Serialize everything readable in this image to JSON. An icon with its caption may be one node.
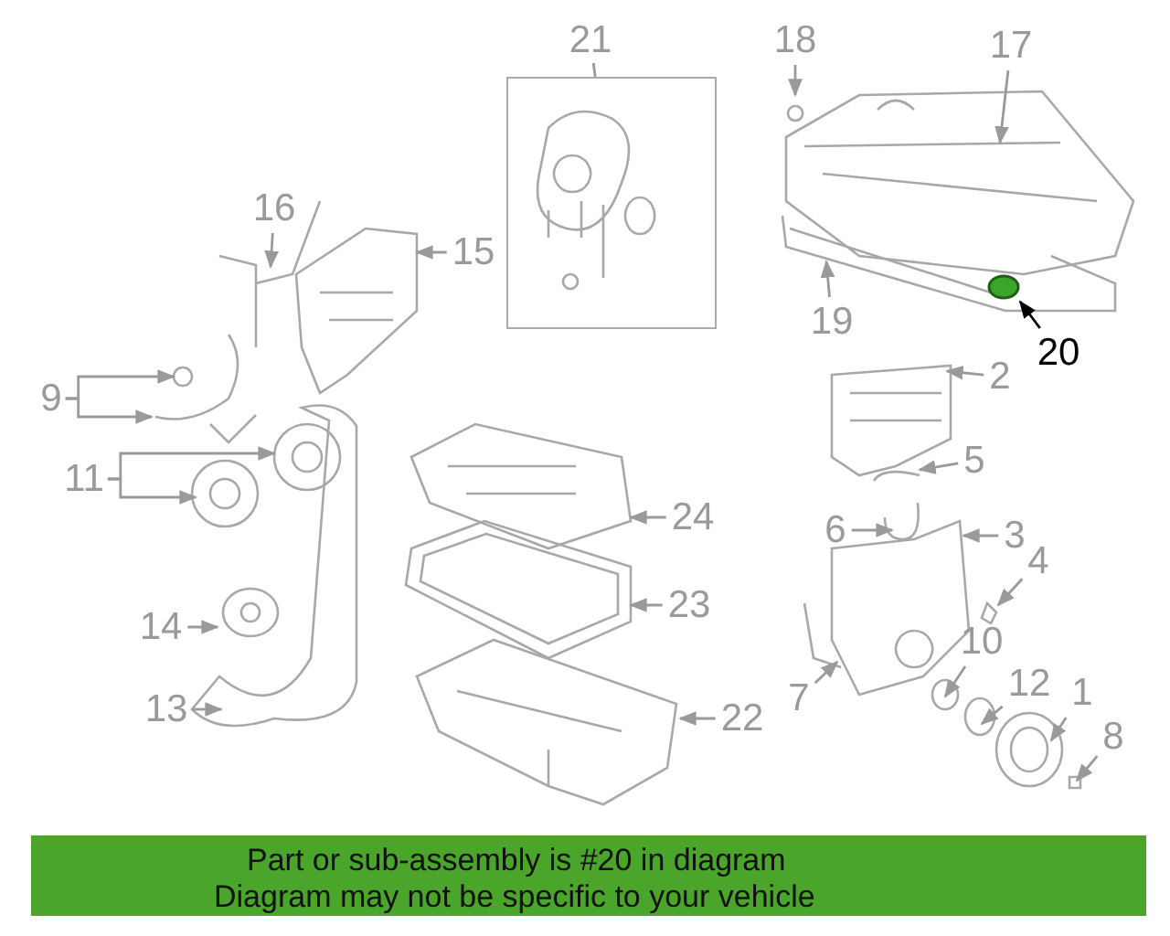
{
  "diagram": {
    "nodes": [
      {
        "text": [
          "21"
        ]
      },
      {
        "text": [],
        "shape": "box"
      },
      {
        "text": [
          "18"
        ]
      },
      {
        "text": [
          "17"
        ]
      },
      {
        "text": [
          "16"
        ]
      },
      {
        "text": [
          "15"
        ]
      },
      {
        "text": [
          "19"
        ]
      },
      {
        "text": [
          "20"
        ]
      },
      {
        "text": [
          "9"
        ]
      },
      {
        "text": [
          "2"
        ]
      },
      {
        "text": [
          "11"
        ]
      },
      {
        "text": [
          "5"
        ]
      },
      {
        "text": [
          "24"
        ]
      },
      {
        "text": [
          "6"
        ]
      },
      {
        "text": [
          "3"
        ]
      },
      {
        "text": [
          "4"
        ]
      },
      {
        "text": [
          "23"
        ]
      },
      {
        "text": [
          "14"
        ]
      },
      {
        "text": [
          "10"
        ]
      },
      {
        "text": [
          "7"
        ]
      },
      {
        "text": [
          "12"
        ]
      },
      {
        "text": [
          "1"
        ]
      },
      {
        "text": [
          "13"
        ]
      },
      {
        "text": [
          "22"
        ]
      },
      {
        "text": [
          "8"
        ]
      }
    ],
    "edges": [
      {
        "from": 0,
        "to": 1,
        "arrow": "none"
      },
      {
        "from": 2,
        "to": null,
        "arrow": "to"
      },
      {
        "from": 3,
        "to": null,
        "arrow": "to"
      },
      {
        "from": 4,
        "to": null,
        "arrow": "to"
      },
      {
        "from": 5,
        "to": null,
        "arrow": "to"
      },
      {
        "from": 6,
        "to": null,
        "arrow": "to"
      },
      {
        "from": 7,
        "to": null,
        "arrow": "to",
        "color": "#000000"
      },
      {
        "from": 8,
        "to": null,
        "arrow": "to"
      },
      {
        "from": 8,
        "to": null,
        "arrow": "to"
      },
      {
        "from": 9,
        "to": null,
        "arrow": "to"
      },
      {
        "from": 10,
        "to": null,
        "arrow": "to"
      },
      {
        "from": 10,
        "to": null,
        "arrow": "to"
      },
      {
        "from": 11,
        "to": null,
        "arrow": "to"
      },
      {
        "from": 12,
        "to": null,
        "arrow": "to"
      },
      {
        "from": 13,
        "to": null,
        "arrow": "to"
      },
      {
        "from": 14,
        "to": null,
        "arrow": "to"
      },
      {
        "from": 15,
        "to": null,
        "arrow": "to"
      },
      {
        "from": 16,
        "to": null,
        "arrow": "to"
      },
      {
        "from": 17,
        "to": null,
        "arrow": "to"
      },
      {
        "from": 18,
        "to": null,
        "arrow": "to"
      },
      {
        "from": 19,
        "to": null,
        "arrow": "to"
      },
      {
        "from": 20,
        "to": null,
        "arrow": "to"
      },
      {
        "from": 21,
        "to": null,
        "arrow": "to"
      },
      {
        "from": 22,
        "to": null,
        "arrow": "to"
      },
      {
        "from": 23,
        "to": null,
        "arrow": "to"
      },
      {
        "from": 24,
        "to": null,
        "arrow": "to"
      }
    ],
    "labels": [
      "Part or sub-assembly is #20 in diagram",
      "Diagram may not be specific to your vehicle"
    ]
  }
}
